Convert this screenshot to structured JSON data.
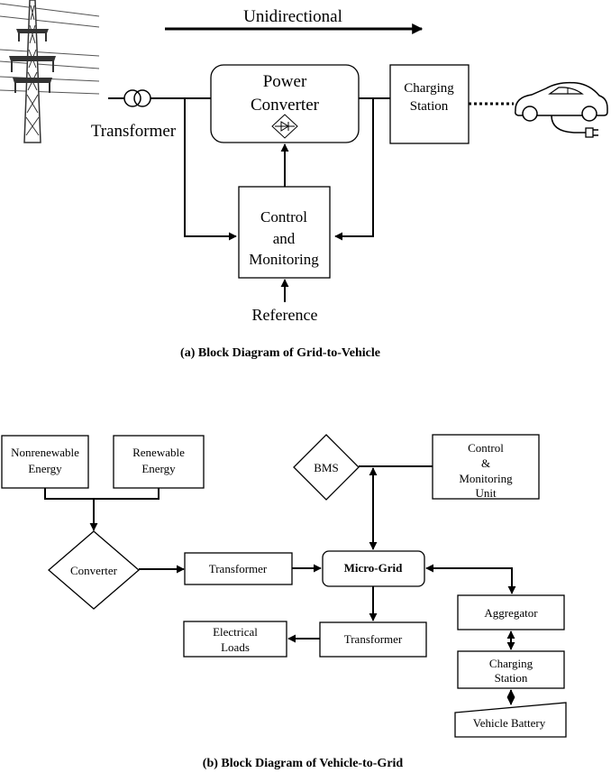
{
  "g2v": {
    "direction_label": "Unidirectional",
    "transformer_label": "Transformer",
    "power_converter": [
      "Power",
      "Converter"
    ],
    "charging_station": [
      "Charging",
      "Station"
    ],
    "control_monitoring": [
      "Control",
      "and",
      "Monitoring"
    ],
    "reference_label": "Reference",
    "caption": "(a) Block Diagram of Grid-to-Vehicle"
  },
  "v2g": {
    "nonrenewable": [
      "Nonrenewable",
      "Energy"
    ],
    "renewable": [
      "Renewable",
      "Energy"
    ],
    "converter": "Converter",
    "transformer_top": "Transformer",
    "micro_grid": "Micro-Grid",
    "bms": "BMS",
    "control_unit": [
      "Control",
      "&",
      "Monitoring",
      "Unit"
    ],
    "electrical_loads": [
      "Electrical",
      "Loads"
    ],
    "transformer_bottom": "Transformer",
    "aggregator": "Aggregator",
    "charging_station": [
      "Charging",
      "Station"
    ],
    "vehicle_battery": "Vehicle Battery",
    "caption": "(b) Block Diagram of Vehicle-to-Grid"
  }
}
